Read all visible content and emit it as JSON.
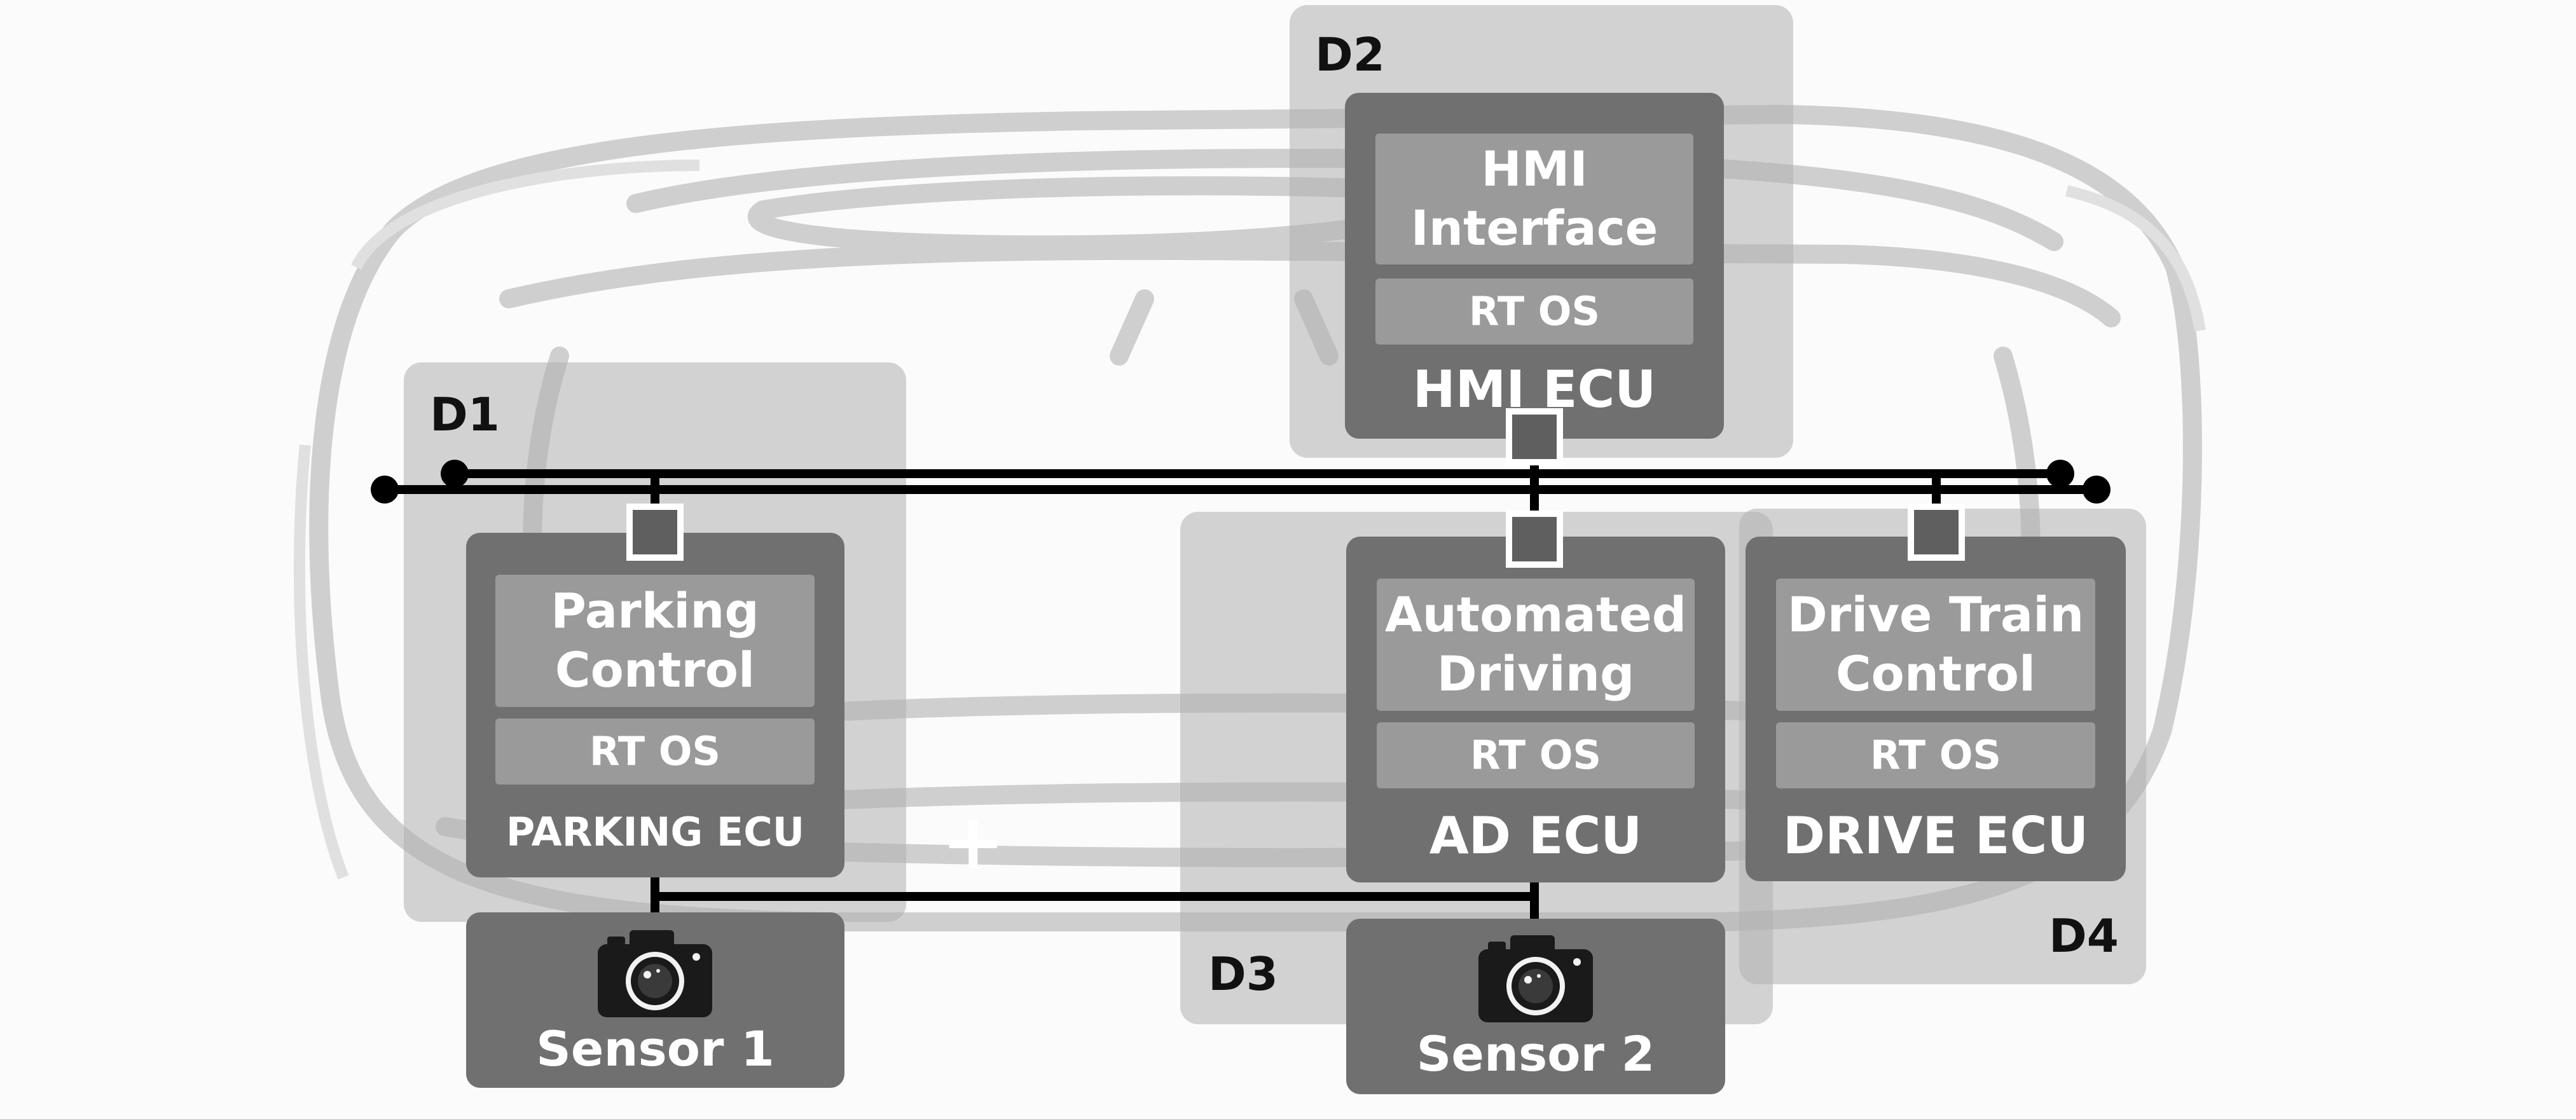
{
  "diagram": {
    "domains": [
      {
        "id": "D1",
        "label": "D1"
      },
      {
        "id": "D2",
        "label": "D2"
      },
      {
        "id": "D3",
        "label": "D3"
      },
      {
        "id": "D4",
        "label": "D4"
      }
    ],
    "ecus": {
      "hmi": {
        "app": "HMI\nInterface",
        "os": "RT OS",
        "title": "HMI ECU"
      },
      "parking": {
        "app": "Parking\nControl",
        "os": "RT OS",
        "title": "PARKING ECU"
      },
      "ad": {
        "app": "Automated\nDriving",
        "os": "RT OS",
        "title": "AD ECU"
      },
      "drive": {
        "app": "Drive Train\nControl",
        "os": "RT OS",
        "title": "DRIVE ECU"
      }
    },
    "sensors": {
      "s1": {
        "label": "Sensor 1",
        "icon": "camera-icon"
      },
      "s2": {
        "label": "Sensor 2",
        "icon": "camera-icon"
      }
    },
    "annotation": {
      "plus": "+"
    }
  }
}
